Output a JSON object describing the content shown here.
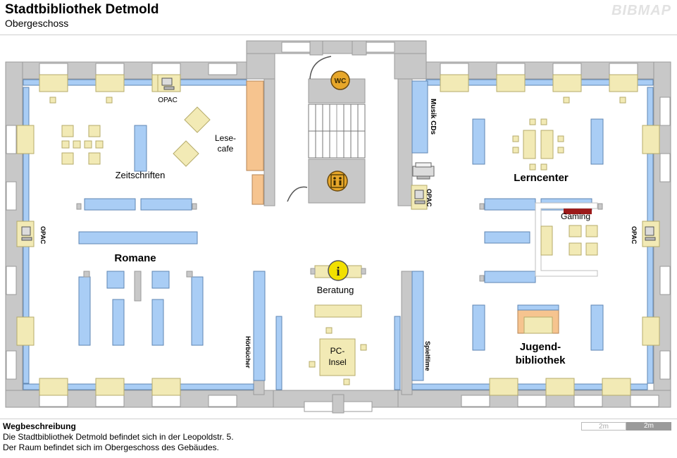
{
  "header": {
    "title": "Stadtbibliothek Detmold",
    "subtitle": "Obergeschoss",
    "brand": "BIBMAP"
  },
  "labels": {
    "opac": "OPAC",
    "lesecafe_1": "Lese-",
    "lesecafe_2": "cafe",
    "zeitschriften": "Zeitschriften",
    "romane": "Romane",
    "wc": "WC",
    "beratung": "Beratung",
    "info": "i",
    "pc_insel_1": "PC-",
    "pc_insel_2": "Insel",
    "musik_cds": "Musik CDs",
    "hoerbuecher": "Hörbücher",
    "spielfilme": "Spielfilme",
    "lerncenter": "Lerncenter",
    "gaming": "Gaming",
    "jugend_1": "Jugend-",
    "jugend_2": "bibliothek"
  },
  "colors": {
    "wall": "#c8c8c8",
    "wall_stroke": "#9a9a9a",
    "shelf": "#a9cdf5",
    "shelf_stroke": "#5f86b3",
    "table": "#f2eab5",
    "table_stroke": "#b5ab6a",
    "cafe_shelf": "#f6c48f",
    "gaming_bar": "#9c1a1a",
    "icon_gold": "#e7a72a"
  },
  "footer": {
    "title": "Wegbeschreibung",
    "line1": "Die Stadtbibliothek Detmold befindet sich in der Leopoldstr. 5.",
    "line2": "Der Raum befindet sich im Obergeschoss des Gebäudes."
  },
  "scale": {
    "left_label": "2m",
    "right_label": "2m"
  }
}
